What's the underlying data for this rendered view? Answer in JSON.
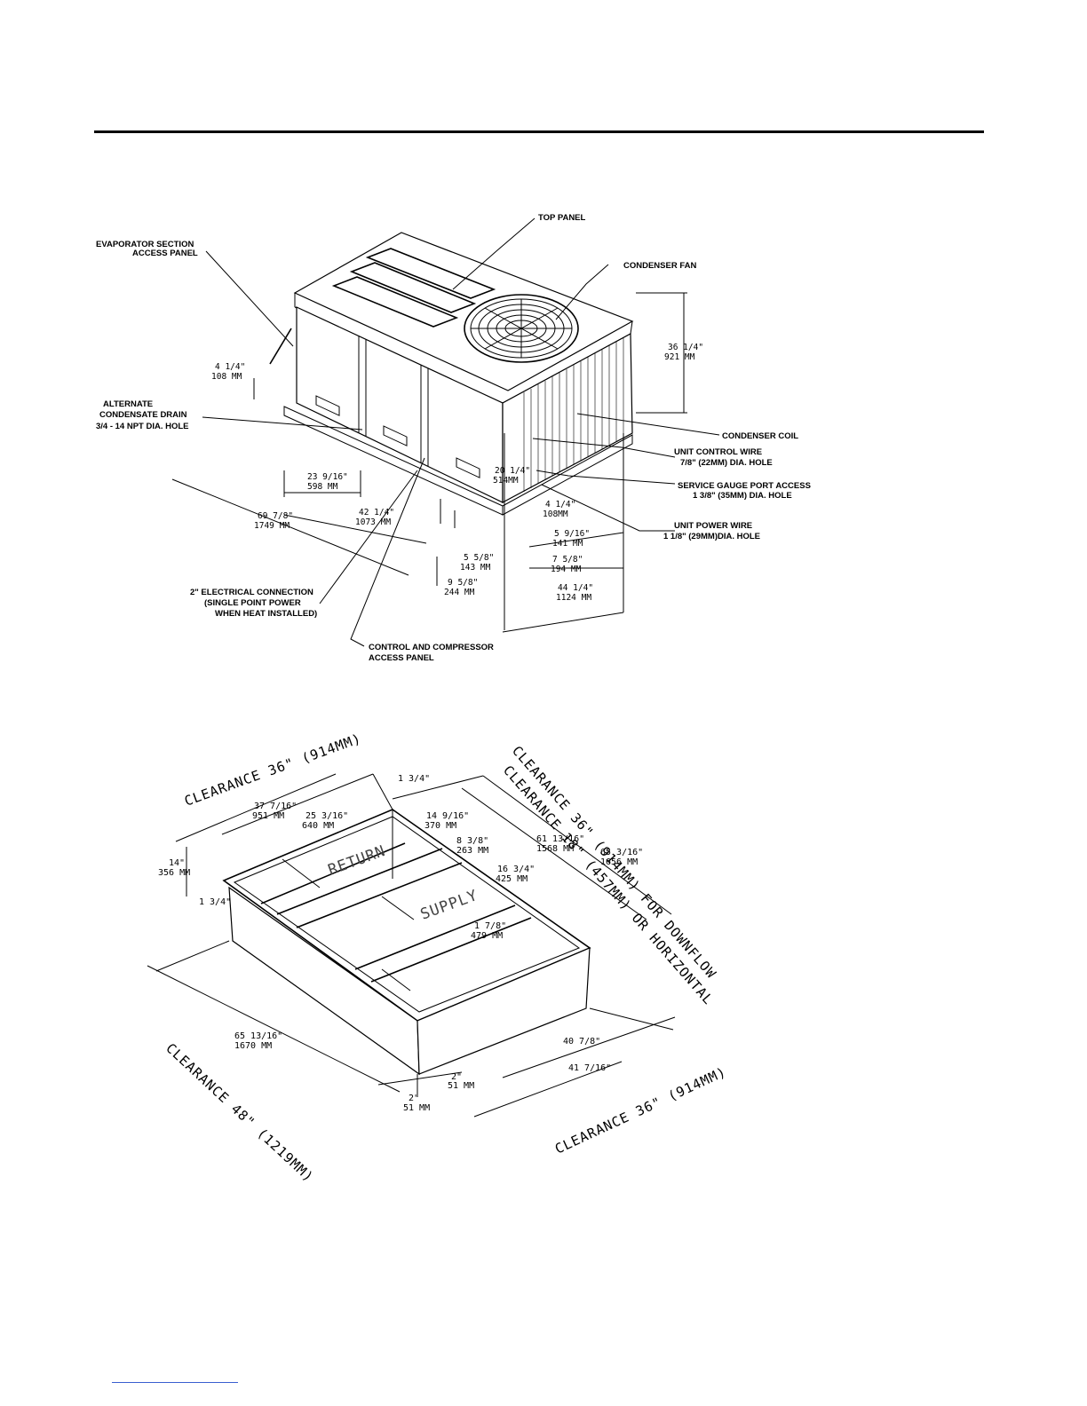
{
  "unit_diagram": {
    "labels": {
      "top_panel": "TOP PANEL",
      "evap_line1": "EVAPORATOR SECTION",
      "evap_line2": "ACCESS PANEL",
      "condenser_fan": "CONDENSER FAN",
      "alt_drain_line1": "ALTERNATE",
      "alt_drain_line2": "CONDENSATE DRAIN",
      "alt_drain_line3": "3/4 - 14 NPT DIA. HOLE",
      "condenser_coil": "CONDENSER COIL",
      "unit_control_line1": "UNIT CONTROL WIRE",
      "unit_control_line2": "7/8\" (22MM) DIA. HOLE",
      "service_port_line1": "SERVICE GAUGE PORT ACCESS",
      "service_port_line2": "1 3/8\" (35MM) DIA. HOLE",
      "unit_power_line1": "UNIT POWER WIRE",
      "unit_power_line2": "1 1/8\" (29MM)DIA. HOLE",
      "elec_line1": "2\" ELECTRICAL CONNECTION",
      "elec_line2": "(SINGLE POINT POWER",
      "elec_line3": "WHEN HEAT INSTALLED)",
      "control_line1": "CONTROL AND COMPRESSOR",
      "control_line2": "ACCESS PANEL"
    },
    "dimensions": {
      "d1_in": "4 1/4\"",
      "d1_mm": "108  MM",
      "d2_in": "36 1/4\"",
      "d2_mm": "921  MM",
      "d3_in": "23 9/16\"",
      "d3_mm": "598  MM",
      "d4_in": "42 1/4\"",
      "d4_mm": "1073  MM",
      "d5_in": "20 1/4\"",
      "d5_mm": "514MM",
      "d6_in": "4 1/4\"",
      "d6_mm": "108MM",
      "d7_in": "69 7/8\"",
      "d7_mm": "1749  MM",
      "d8_in": "5 9/16\"",
      "d8_mm": "141  MM",
      "d9_in": "5 5/8\"",
      "d9_mm": "143  MM",
      "d10_in": "7 5/8\"",
      "d10_mm": "194  MM",
      "d11_in": "9 5/8\"",
      "d11_mm": "244  MM",
      "d12_in": "44 1/4\"",
      "d12_mm": "1124  MM"
    }
  },
  "curb_diagram": {
    "clearances": {
      "top_left": "CLEARANCE 36\" (914MM)",
      "right_1": "CLEARANCE 36\" (914MM) FOR DOWNFLOW",
      "right_2": "CLEARANCE 18\" (457MM) OR HORIZONTAL",
      "bottom_left": "CLEARANCE 48\" (1219MM)",
      "bottom_right": "CLEARANCE 36\" (914MM)"
    },
    "openings": {
      "return": "RETURN",
      "supply": "SUPPLY"
    },
    "dimensions": {
      "c1": "1 3/4\"",
      "c2_in": "37 7/16\"",
      "c2_mm": "951  MM",
      "c3_in": "25 3/16\"",
      "c3_mm": "640  MM",
      "c4_in": "14 9/16\"",
      "c4_mm": "370  MM",
      "c5_in": "8 3/8\"",
      "c5_mm": "263  MM",
      "c6_in": "61 13/16\"",
      "c6_mm": "1568  MM",
      "c7_in": "65 3/16\"",
      "c7_mm": "1656  MM",
      "c8_in": "16 3/4\"",
      "c8_mm": "425  MM",
      "c9_in": "14\"",
      "c9_mm": "356  MM",
      "c10": "1 3/4\"",
      "c11_in": "1  7/8\"",
      "c11_mm": "479  MM",
      "c12_in": "65 13/16\"",
      "c12_mm": "1670  MM",
      "c13": "40  7/8\"",
      "c14": "41  7/16\"",
      "c15_in": "2\"",
      "c15_mm": "51  MM",
      "c16_in": "2\"",
      "c16_mm": "51  MM"
    }
  }
}
